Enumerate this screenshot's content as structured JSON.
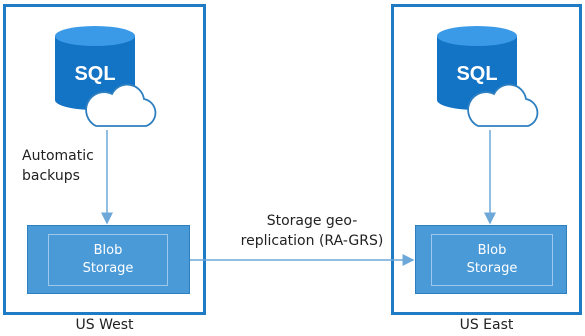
{
  "regions": {
    "west": {
      "label": "US West"
    },
    "east": {
      "label": "US East"
    }
  },
  "database": {
    "label": "SQL"
  },
  "blob_storage": {
    "west": {
      "line1": "Blob",
      "line2": "Storage"
    },
    "east": {
      "line1": "Blob",
      "line2": "Storage"
    }
  },
  "annotations": {
    "backups": {
      "line1": "Automatic",
      "line2": "backups"
    },
    "replication": {
      "line1": "Storage geo-",
      "line2": "replication (RA-GRS)"
    }
  },
  "colors": {
    "region_border": "#1f7bc4",
    "db_body": "#1373c5",
    "db_top": "#3b9ae8",
    "blob_fill": "#4a9ad8",
    "arrow": "#6ea8d8"
  },
  "icons": [
    "sql-database-icon",
    "cloud-icon"
  ]
}
